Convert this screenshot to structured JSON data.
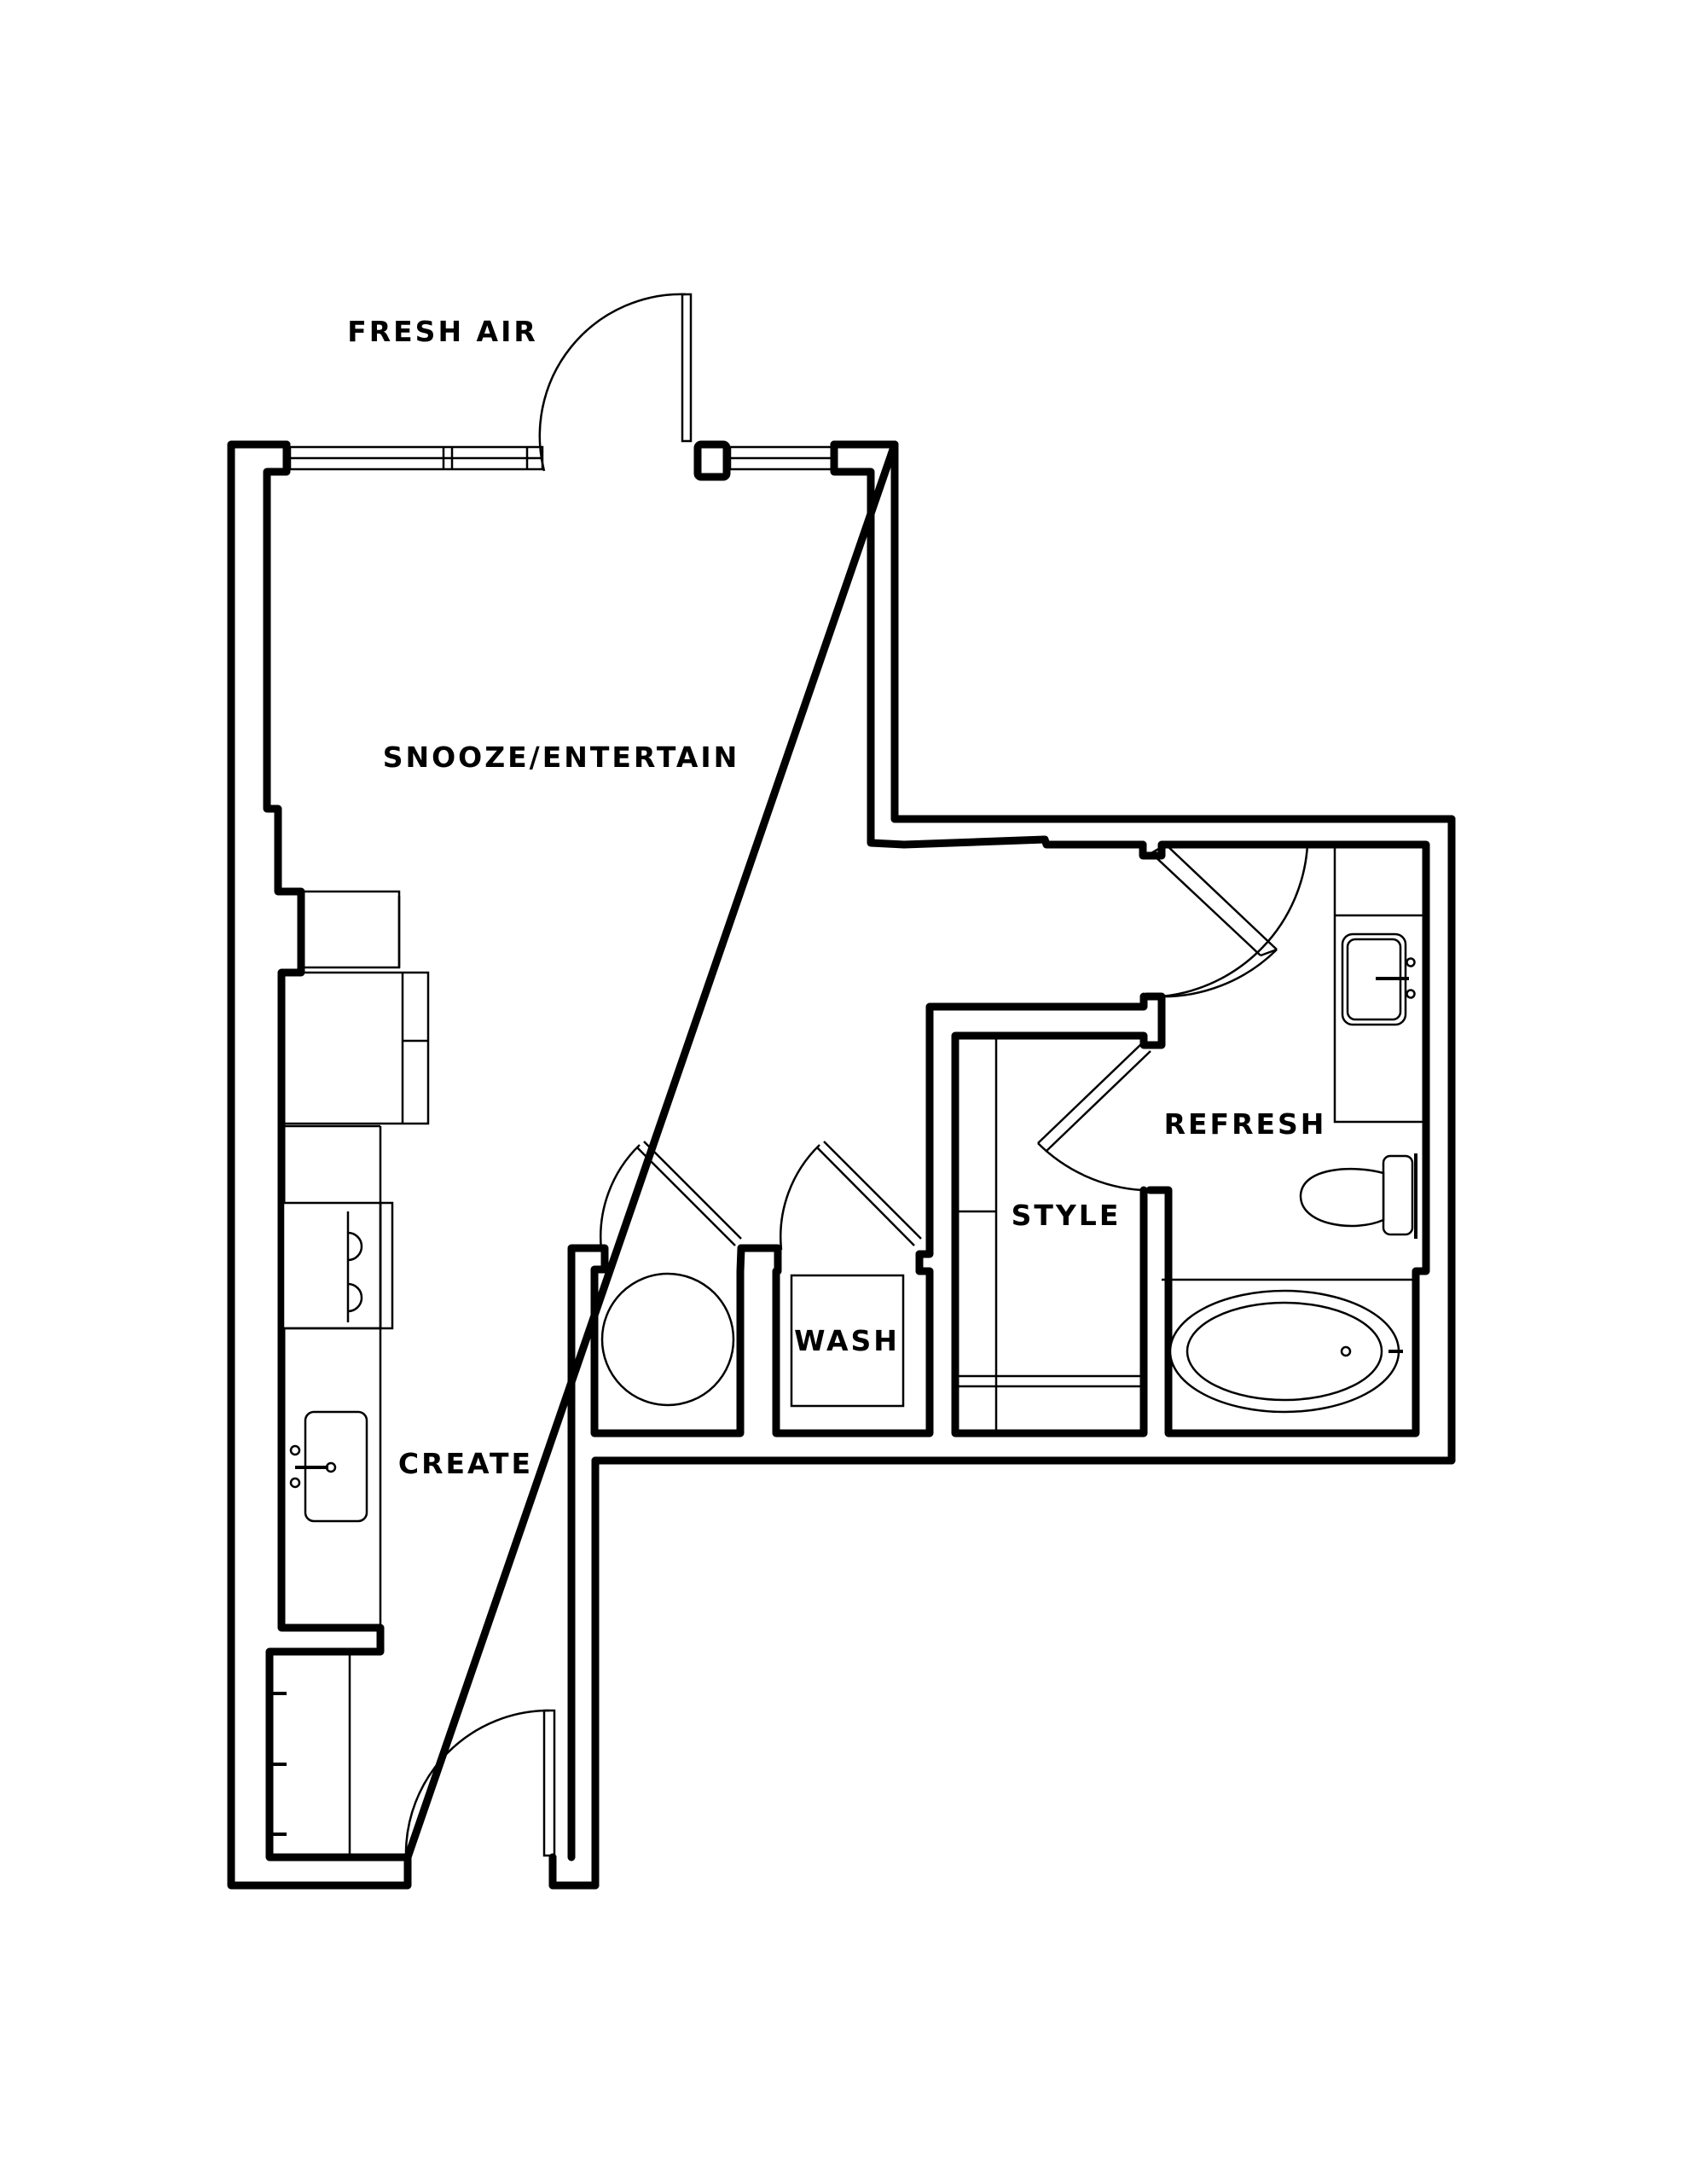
{
  "rooms": {
    "fresh_air": "FRESH AIR",
    "snooze_entertain": "SNOOZE/ENTERTAIN",
    "refresh": "REFRESH",
    "style": "STYLE",
    "wash": "WASH",
    "create": "CREATE"
  },
  "colors": {
    "ink": "#000000",
    "background": "#ffffff"
  }
}
